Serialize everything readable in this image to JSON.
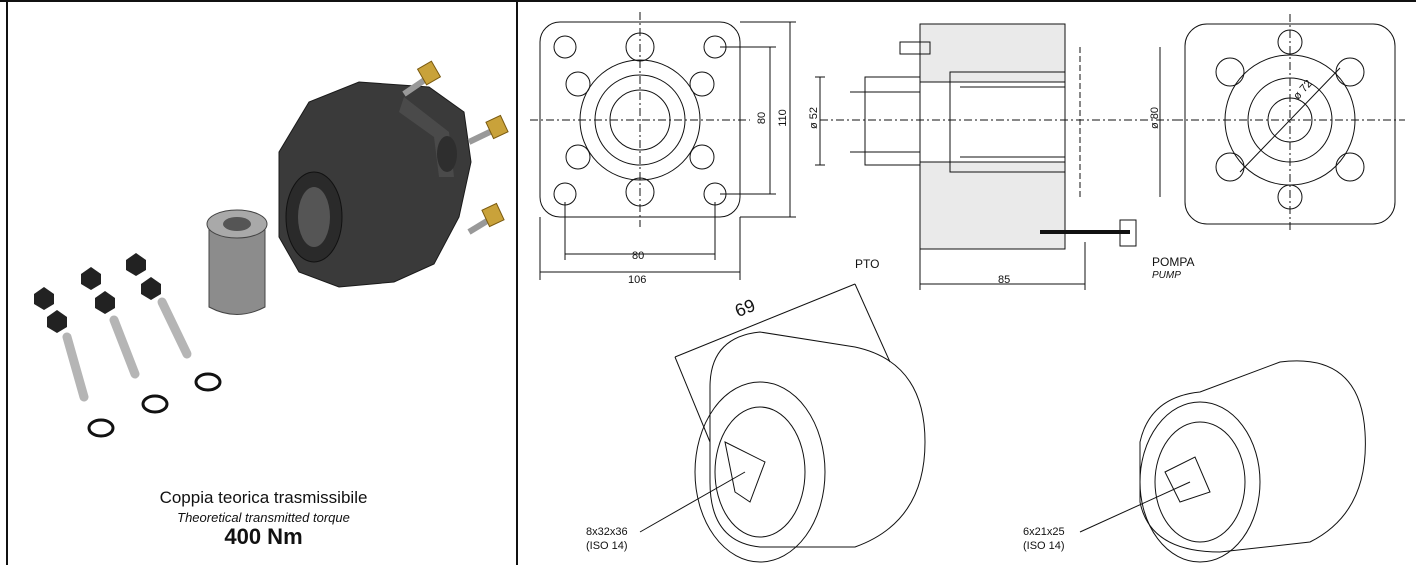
{
  "torque": {
    "label_it": "Coppia teorica trasmissibile",
    "label_en": "Theoretical transmitted torque",
    "value": "400 Nm"
  },
  "drawing": {
    "dim_106": "106",
    "dim_80_bottom": "80",
    "dim_80_vert": "80",
    "dim_110": "110",
    "dim_phi52": "ø 52",
    "dim_85": "85",
    "dim_phi80": "ø 80",
    "dim_phi72": "ø 72",
    "pto_label": "PTO",
    "pump_label_it": "POMPA",
    "pump_label_en": "PUMP"
  },
  "sleeves": {
    "dim_69": "69",
    "left_spline": "8x32x36",
    "left_std": "(ISO 14)",
    "right_spline": "6x21x25",
    "right_std": "(ISO 14)"
  }
}
